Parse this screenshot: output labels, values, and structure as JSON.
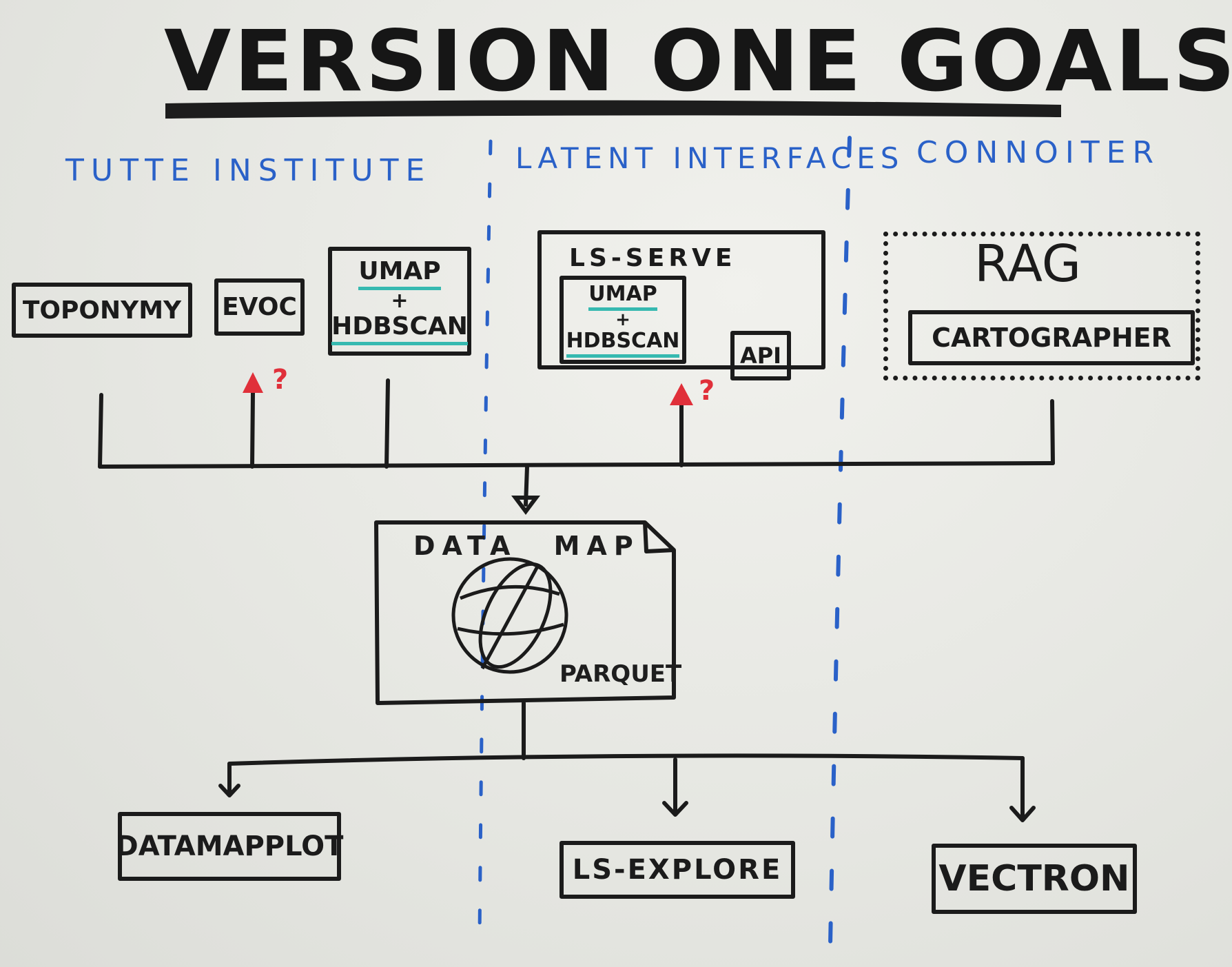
{
  "title": "VERSION ONE GOALS",
  "orgs": {
    "tutte": "TUTTE INSTITUTE",
    "latent": "LATENT INTERFACES",
    "connoiter": "CONNOITER"
  },
  "sources": {
    "toponymy": "TOPONYMY",
    "evoc": "EVOC",
    "umap_hdbscan": {
      "umap": "UMAP",
      "plus": "+",
      "hdbscan": "HDBSCAN"
    },
    "ls_serve": {
      "label": "LS-SERVE",
      "umap": "UMAP",
      "plus": "+",
      "hdbscan": "HDBSCAN",
      "api": "API"
    },
    "rag": {
      "label": "RAG",
      "cartographer": "CARTOGRAPHER"
    }
  },
  "question_mark": "?",
  "data_map": {
    "label": "DATA MAP",
    "format": "PARQUET"
  },
  "outputs": {
    "datamapplot": "DATAMAPPLOT",
    "ls_explore": "LS-EXPLORE",
    "vectron": "VECTRON"
  },
  "colors": {
    "marker_black": "#1b1b1b",
    "marker_blue": "#2a61c8",
    "marker_red": "#e0303a",
    "marker_teal": "#36b9b0"
  }
}
